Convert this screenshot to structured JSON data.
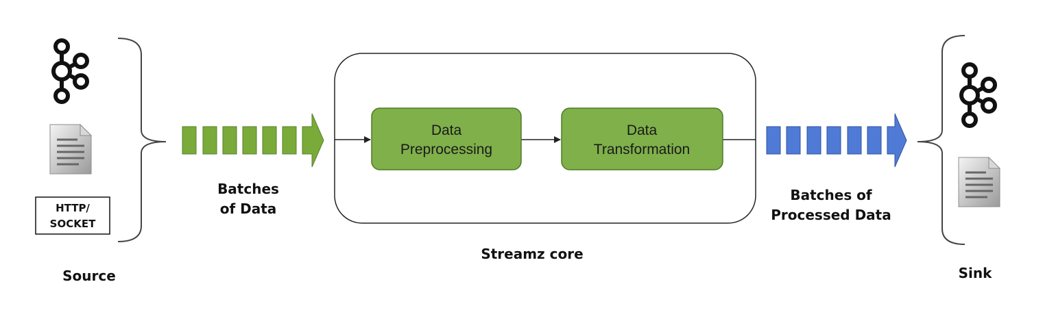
{
  "source": {
    "label": "Source",
    "icons": [
      "kafka-icon",
      "document-icon"
    ],
    "http_box": [
      "HTTP/",
      "SOCKET"
    ]
  },
  "input_batches": {
    "label_lines": [
      "Batches",
      "of Data"
    ],
    "color": "#7aab3a"
  },
  "core": {
    "label": "Streamz core",
    "stages": [
      {
        "lines": [
          "Data",
          "Preprocessing"
        ]
      },
      {
        "lines": [
          "Data",
          "Transformation"
        ]
      }
    ],
    "stage_color": "#7fb04a"
  },
  "output_batches": {
    "label_lines": [
      "Batches of",
      "Processed Data"
    ],
    "color": "#4f7bd6"
  },
  "sink": {
    "label": "Sink",
    "icons": [
      "kafka-icon",
      "document-icon"
    ]
  }
}
